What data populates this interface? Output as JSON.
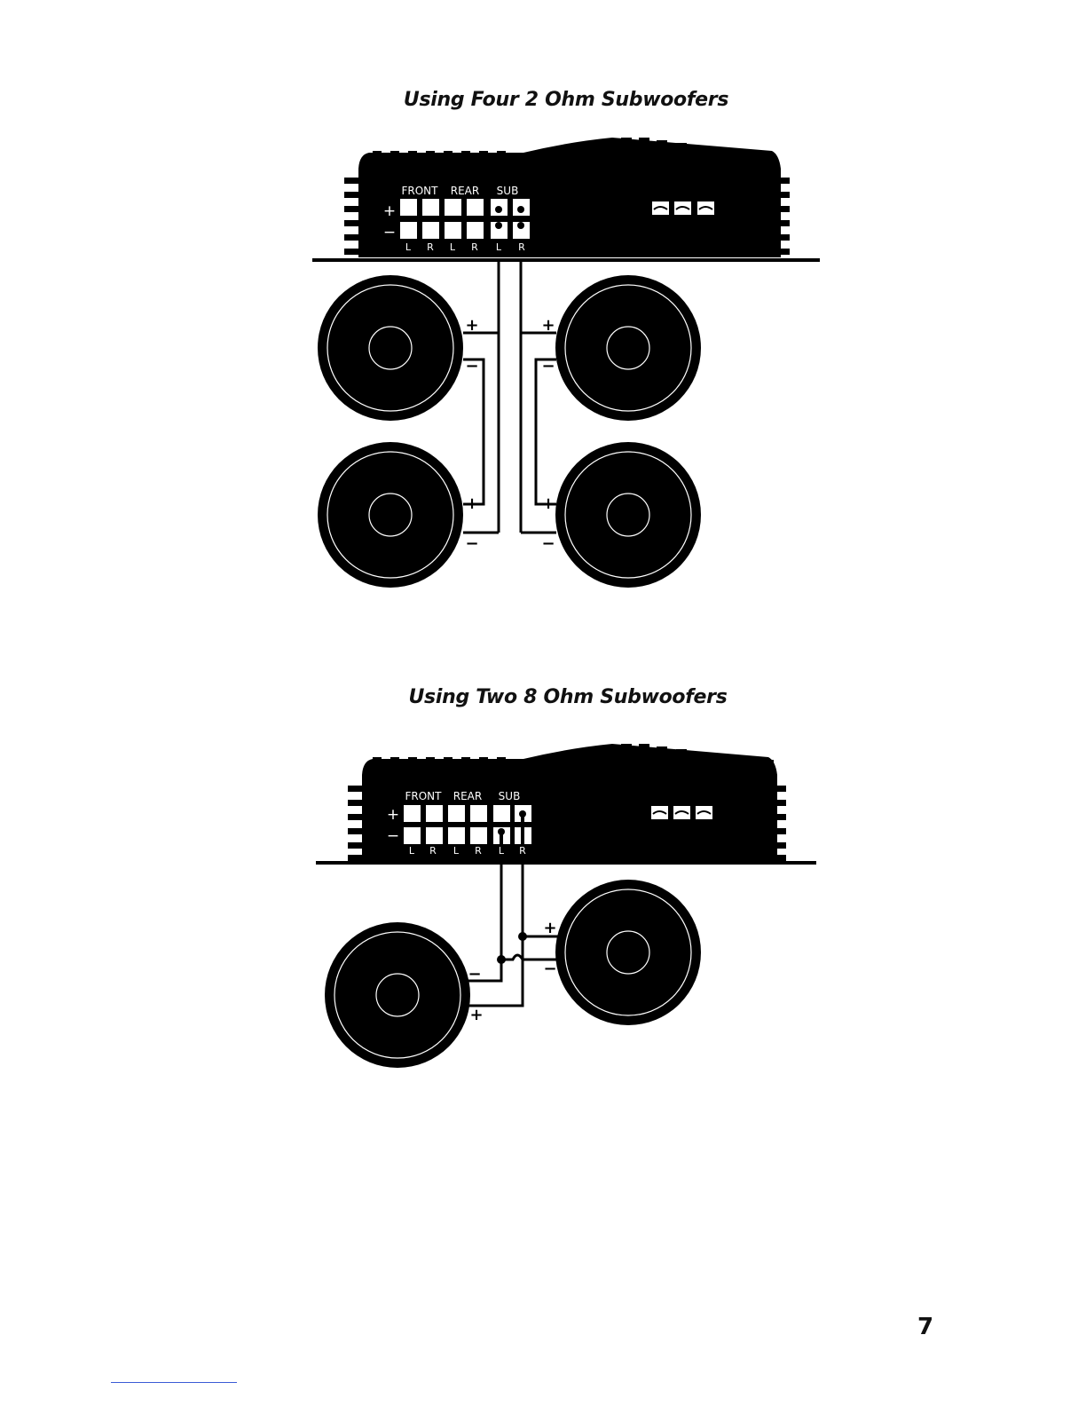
{
  "diagrams": [
    {
      "title": "Using Four 2 Ohm Subwoofers",
      "amp": {
        "groups": [
          "FRONT",
          "REAR",
          "SUB"
        ],
        "channels": [
          "L",
          "R",
          "L",
          "R",
          "L",
          "R"
        ],
        "plus": "+",
        "minus": "−"
      },
      "terminal_labels": [
        "+",
        "−",
        "+",
        "−",
        "+",
        "−",
        "+",
        "−"
      ]
    },
    {
      "title": "Using Two 8 Ohm Subwoofers",
      "amp": {
        "groups": [
          "FRONT",
          "REAR",
          "SUB"
        ],
        "channels": [
          "L",
          "R",
          "L",
          "R",
          "L",
          "R"
        ],
        "plus": "+",
        "minus": "−"
      },
      "terminal_labels": [
        "+",
        "−",
        "−",
        "+"
      ]
    }
  ],
  "page_number": "7",
  "colors": {
    "ink": "#000000",
    "paper": "#ffffff"
  }
}
